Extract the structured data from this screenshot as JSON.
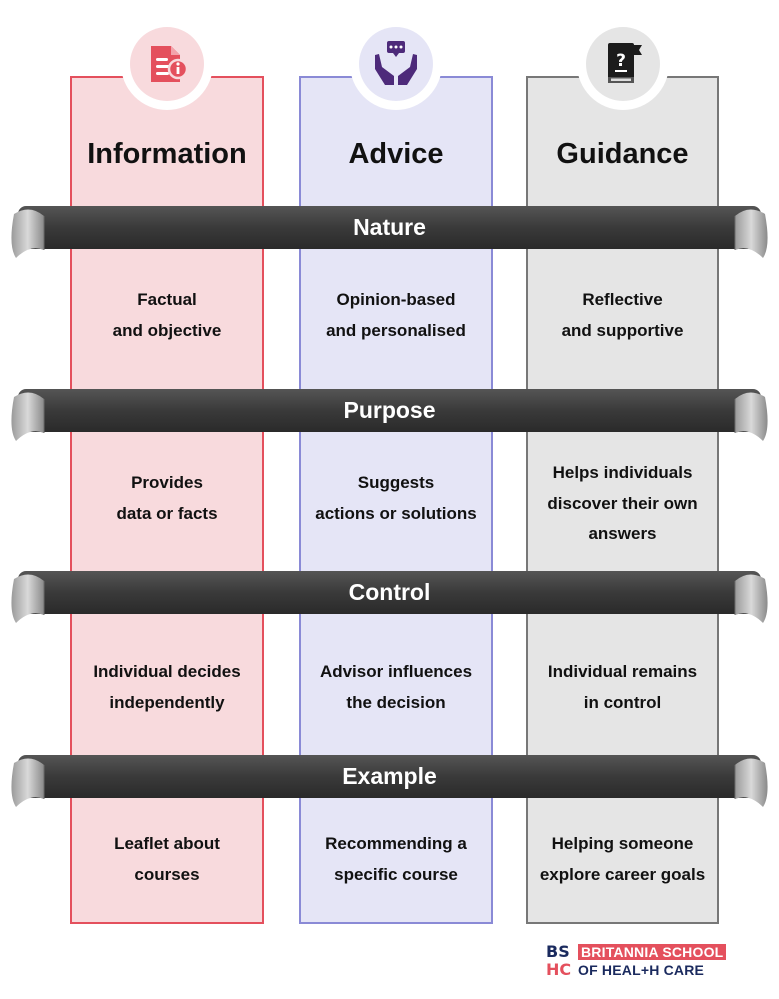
{
  "columns": [
    {
      "title": "Information",
      "icon": "document-info-icon"
    },
    {
      "title": "Advice",
      "icon": "hands-speech-icon"
    },
    {
      "title": "Guidance",
      "icon": "book-question-icon"
    }
  ],
  "rows": [
    {
      "label": "Nature",
      "cells": [
        [
          "Factual",
          "and objective"
        ],
        [
          "Opinion-based",
          "and personalised"
        ],
        [
          "Reflective",
          "and supportive"
        ]
      ]
    },
    {
      "label": "Purpose",
      "cells": [
        [
          "Provides",
          "data or facts"
        ],
        [
          "Suggests",
          "actions or solutions"
        ],
        [
          "Helps individuals",
          "discover their own",
          "answers"
        ]
      ]
    },
    {
      "label": "Control",
      "cells": [
        [
          "Individual decides",
          "independently"
        ],
        [
          "Advisor influences",
          "the decision"
        ],
        [
          "Individual remains",
          "in control"
        ]
      ]
    },
    {
      "label": "Example",
      "cells": [
        [
          "Leaflet about",
          "courses"
        ],
        [
          "Recommending a",
          "specific course"
        ],
        [
          "Helping someone",
          "explore career goals"
        ]
      ]
    }
  ],
  "logo": {
    "line1": "BRITANNIA SCHOOL",
    "line2": "OF HEAL+H CARE"
  },
  "colors": {
    "information": "#e4505d",
    "advice": "#8a8ad6",
    "guidance": "#777777",
    "ribbon": "#3a3a3a"
  }
}
